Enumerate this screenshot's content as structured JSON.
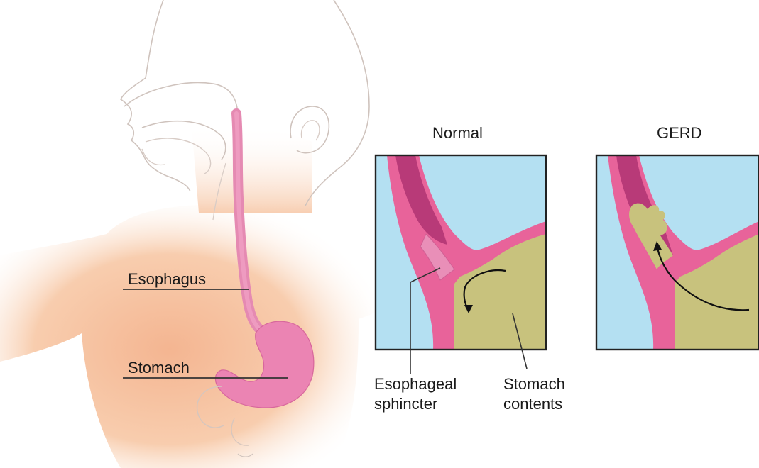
{
  "labels": {
    "esophagus": "Esophagus",
    "stomach": "Stomach",
    "normal": "Normal",
    "gerd": "GERD",
    "sphincter_line1": "Esophageal",
    "sphincter_line2": "sphincter",
    "contents_line1": "Stomach",
    "contents_line2": "contents"
  },
  "colors": {
    "skin": "#f7c9a6",
    "esophagus_pink": "#e8639a",
    "lumen": "#b83a78",
    "sky": "#b4e0f2",
    "stomach_contents": "#c8c27d",
    "outline": "#3a3a3a"
  }
}
